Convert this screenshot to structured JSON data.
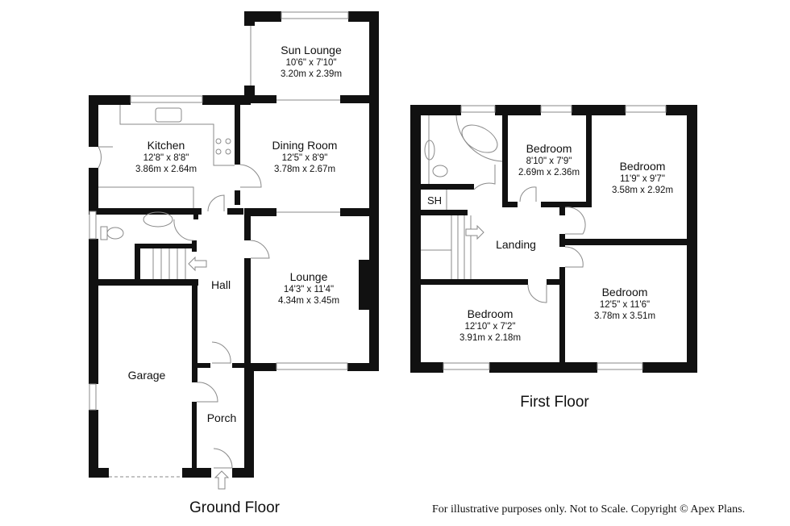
{
  "plan": {
    "floors": [
      {
        "title": "Ground Floor",
        "rooms": [
          {
            "name": "Sun Lounge",
            "dim_imperial": "10'6\" x 7'10\"",
            "dim_metric": "3.20m x 2.39m"
          },
          {
            "name": "Kitchen",
            "dim_imperial": "12'8\" x 8'8\"",
            "dim_metric": "3.86m x 2.64m"
          },
          {
            "name": "Dining Room",
            "dim_imperial": "12'5\" x 8'9\"",
            "dim_metric": "3.78m x 2.67m"
          },
          {
            "name": "Lounge",
            "dim_imperial": "14'3\" x 11'4\"",
            "dim_metric": "4.34m x 3.45m"
          },
          {
            "name": "Hall"
          },
          {
            "name": "Garage"
          },
          {
            "name": "Porch"
          }
        ]
      },
      {
        "title": "First Floor",
        "rooms": [
          {
            "name": "Bedroom",
            "dim_imperial": "8'10\" x 7'9\"",
            "dim_metric": "2.69m x 2.36m"
          },
          {
            "name": "Bedroom",
            "dim_imperial": "11'9\" x 9'7\"",
            "dim_metric": "3.58m x 2.92m"
          },
          {
            "name": "SH"
          },
          {
            "name": "Landing"
          },
          {
            "name": "Bedroom",
            "dim_imperial": "12'10\" x 7'2\"",
            "dim_metric": "3.91m x 2.18m"
          },
          {
            "name": "Bedroom",
            "dim_imperial": "12'5\" x 11'6\"",
            "dim_metric": "3.78m x 3.51m"
          }
        ]
      }
    ],
    "disclaimer": "For illustrative purposes only. Not to Scale. Copyright © Apex Plans.",
    "colors": {
      "wall": "#111111",
      "fixture_line": "#8a8a8a",
      "background": "#ffffff"
    }
  }
}
